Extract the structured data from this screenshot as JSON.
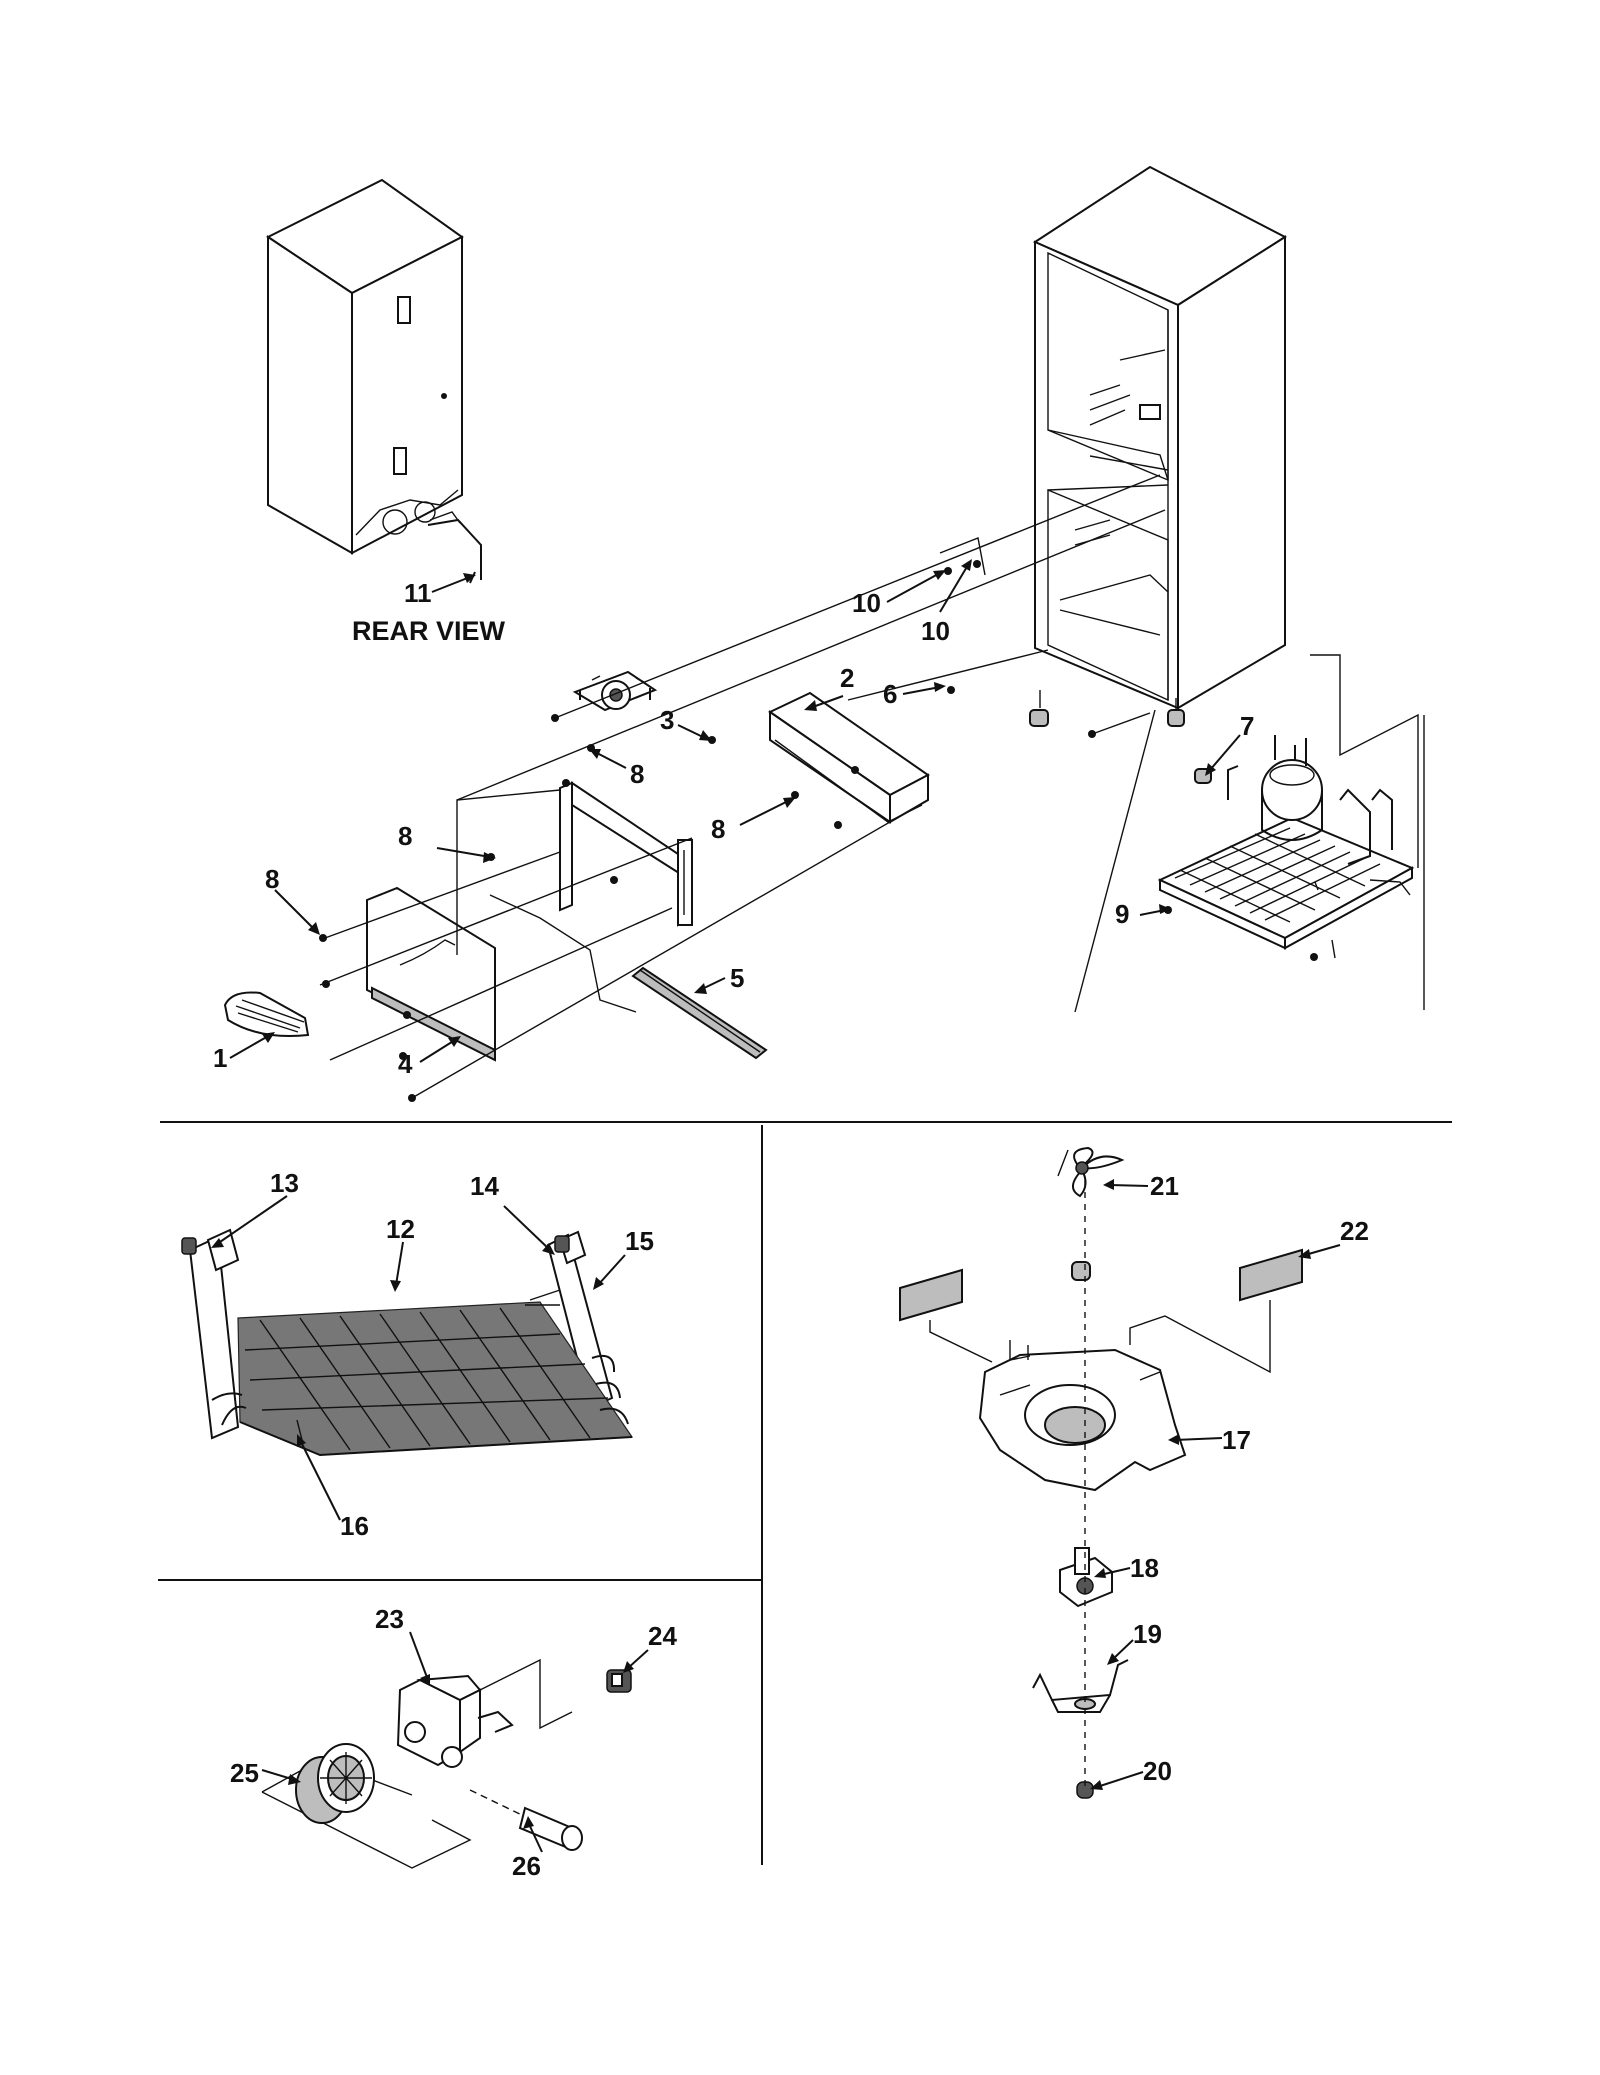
{
  "callouts": [
    "1",
    "2",
    "3",
    "4",
    "5",
    "6",
    "7",
    "8",
    "8",
    "8",
    "8",
    "9",
    "10",
    "10",
    "11",
    "12",
    "13",
    "14",
    "15",
    "16",
    "17",
    "18",
    "19",
    "20",
    "21",
    "22",
    "23",
    "24",
    "25",
    "26"
  ],
  "rear_view_label": "REAR VIEW"
}
